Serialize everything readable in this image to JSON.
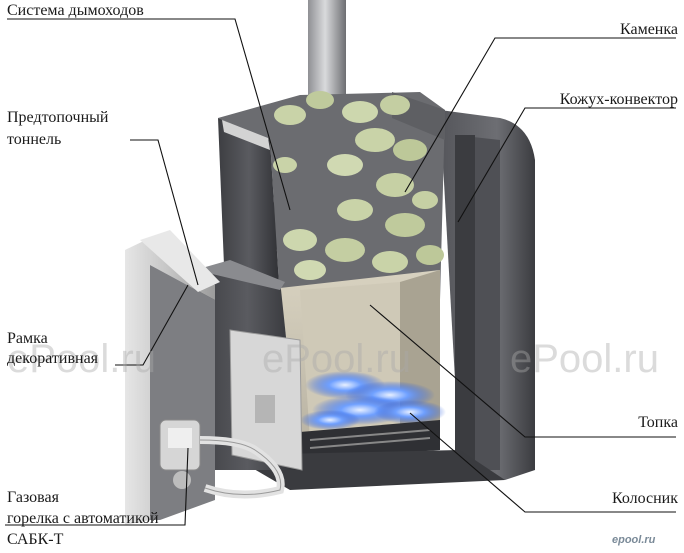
{
  "labels": {
    "flue_system": "Система дымоходов",
    "heater_stones": "Каменка",
    "pre_firebox_tunnel_line1": "Предтопочный",
    "pre_firebox_tunnel_line2": "тоннель",
    "convector_casing": "Кожух-конвектор",
    "decorative_frame_line1": "Рамка",
    "decorative_frame_line2": "декоративная",
    "firebox": "Топка",
    "gas_burner_line1": "Газовая",
    "gas_burner_line2": "горелка с автоматикой",
    "gas_burner_line3": "САБК-Т",
    "grate": "Колосник"
  },
  "watermark": "ePool.ru",
  "corner_logo": "epool.ru",
  "colors": {
    "metal_dark": "#4a4b4f",
    "metal_mid": "#6b6c70",
    "stone": "#c9d3a8",
    "flame": "#3f7dff",
    "leader": "#111111"
  }
}
